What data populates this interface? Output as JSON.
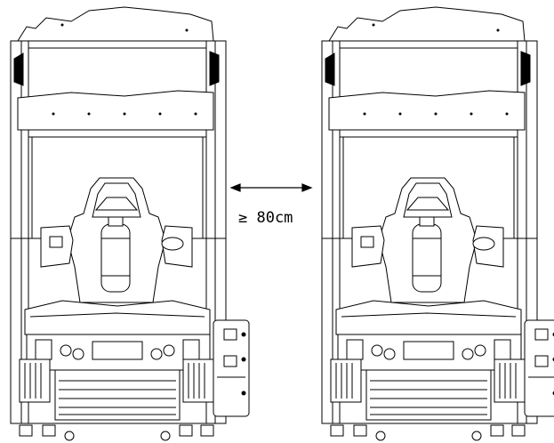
{
  "diagram": {
    "clearance_label": "≥ 80cm",
    "colors": {
      "line": "#000000",
      "background": "#ffffff"
    },
    "units": [
      "left-unit",
      "right-unit"
    ]
  }
}
